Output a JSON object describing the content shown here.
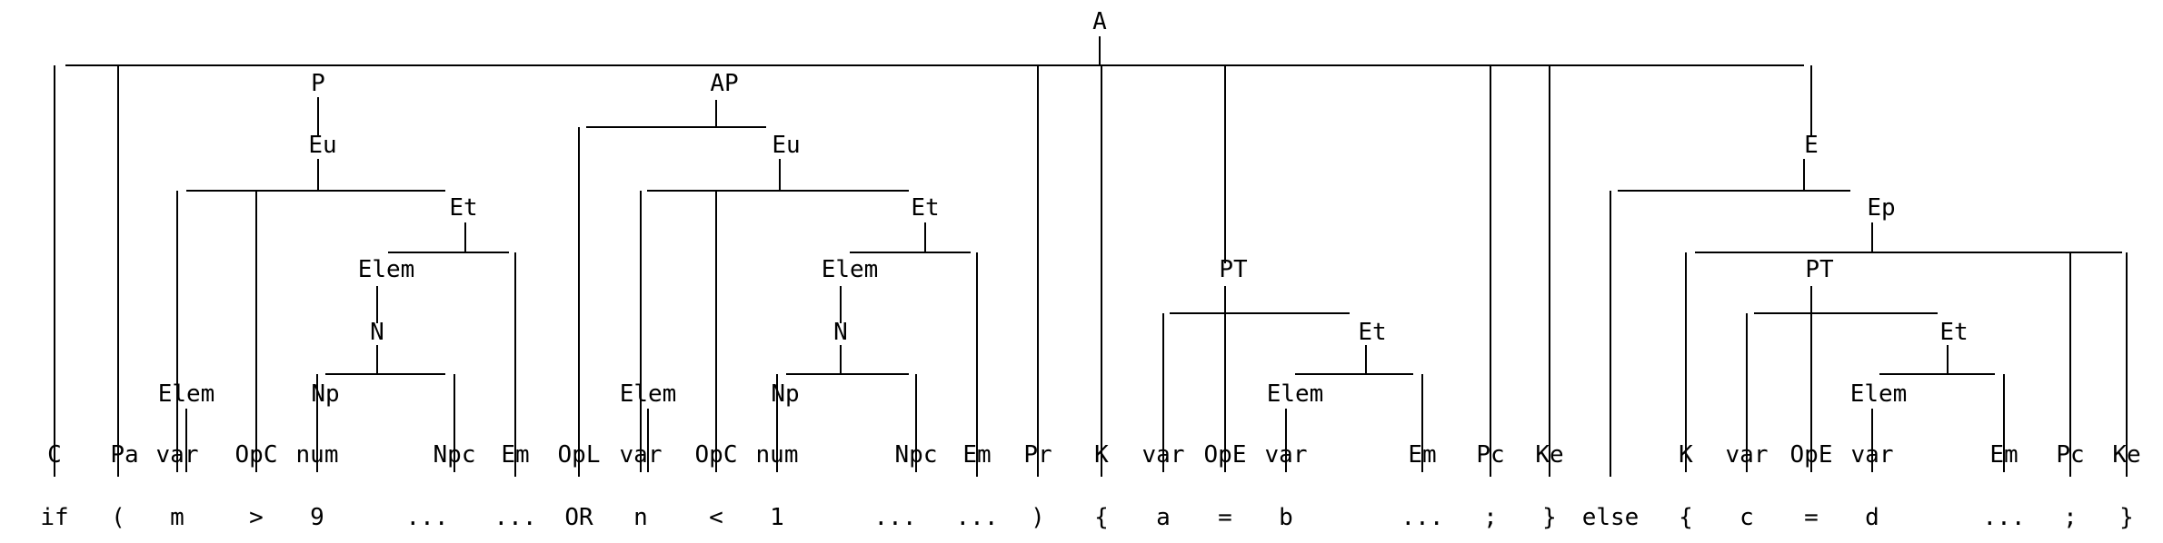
{
  "tree": {
    "lines": [
      "                                                                                   A",
      "   ____________________________________________________________________________|_______________________________________________________",
      "  |    |                 P                             AP                      |    |        |                  |    |                  |",
      "  |    |                 |                        _____|___                    |    |        |                  |    |                  |",
      "  |    |                 Eu                      |          Eu                 |    |        |                  |    |                  E",
      "  |    |      ___________|_________             |    _____________|_________   |    |        |                  |    |      _____________|___",
      "  |    |     |     |               Et           |    |     |                Et |    |        |                  |    |     |                 Ep",
      "  |    |     |     |         _____|____         |    |     |         _____|____|    |        |                  |    |     |      __________|__________________",
      "  |    |     |     |       Elem           |     |    |     |       Elem           |  |        PT                 |    |     |      |        PT                |   |",
      "  |    |     |     |         |            |     |    |     |         |            |  |    ___|__________         |    |     |      |     ___|__________      |   |",
      "  |    |     |     |         N            |     |    |     |         N            |  |   |   |          Et       |    |     |      |    |   |          Et    |   |",
      "  |    |     |     |      ___|_____       |     |    |     |      ___|_____       |  |   |   |       ____|____   |    |     |      |    |   |       ____|____|   |",
      "  |    |    Elem   |    Np         |      |     |    Elem  |    Np         |      |  |   |   |    Elem        |  |    |     |      |    |   |    Elem       |   |",
      "  |    |     |     |     |         |      |     |    |     |     |         |      |  |   |   |     |          |  |    |     |      |    |   |     |         |   |",
      "  C    Pa   var   OpC   num       Npc    Em   OpL   var   OpC   num       Npc    Em   Pr  K  var OpE  var        Em   Pc   Ke   |      K  var OpE  var       Em   Pc   Ke",
      "  |    |     |     |     |         |      |     |    |     |     |         |      |    |  |   |   |     |          |    |    |    |      |   |   |     |         |    |    |",
      " if    (     m     >     9         ...   ...   OR    n     <     1         ...   ...   )  {   a   =     b         ...   ;    }  else    {   c   =     d         ...   ;    }"
    ]
  },
  "nodes": {
    "root": "A",
    "p": "P",
    "ap": "AP",
    "eu1": "Eu",
    "eu2": "Eu",
    "et1": "Et",
    "et2": "Et",
    "elem_a": "Elem",
    "elem_b": "Elem",
    "n1": "N",
    "n2": "N",
    "np1": "Np",
    "np2": "Np",
    "elem_c": "Elem",
    "elem_d": "Elem",
    "pt1": "PT",
    "et3": "Et",
    "elem_e": "Elem",
    "e": "E",
    "ep": "Ep",
    "pt2": "PT",
    "et4": "Et",
    "elem_f": "Elem"
  },
  "categories": [
    "C",
    "Pa",
    "var",
    "OpC",
    "num",
    "Npc",
    "Em",
    "OpL",
    "var",
    "OpC",
    "num",
    "Npc",
    "Em",
    "Pr",
    "K",
    "var",
    "OpE",
    "var",
    "Em",
    "Pc",
    "Ke",
    "K",
    "var",
    "OpE",
    "var",
    "Em",
    "Pc",
    "Ke"
  ],
  "tokens": [
    "if",
    "(",
    "m",
    ">",
    "9",
    "...",
    "...",
    "OR",
    "n",
    "<",
    "1",
    "...",
    "...",
    ")",
    "{",
    "a",
    "=",
    "b",
    "...",
    ";",
    "}",
    "else",
    "{",
    "c",
    "=",
    "d",
    "...",
    ";",
    "}"
  ]
}
